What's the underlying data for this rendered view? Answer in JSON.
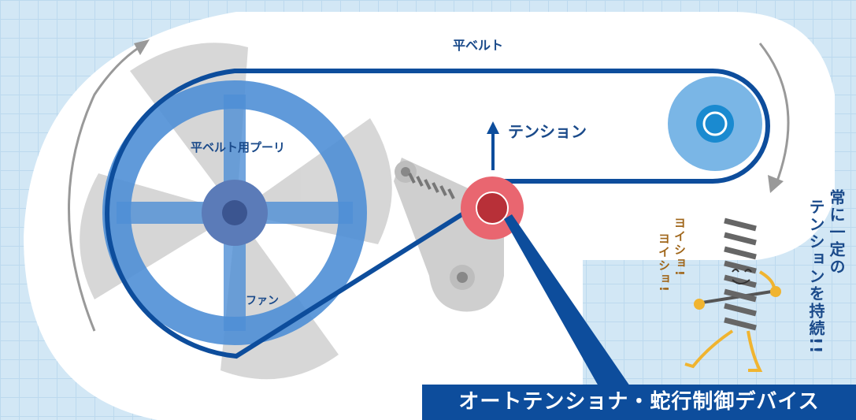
{
  "labels": {
    "flat_belt": "平ベルト",
    "pulley": "平ベルト用プーリ",
    "fan": "ファン",
    "tension": "テンション"
  },
  "banner": "オートテンショナ・蛇行制御デバイス",
  "character": {
    "speech": [
      "ヨイショ!",
      "ヨイショ!"
    ],
    "claim": [
      "常に一定の",
      "テンションを持続!!"
    ]
  },
  "colors": {
    "belt": "#0d4d9c",
    "pulley_blue": "#4f8fd6",
    "small_pulley": "#7ab6e6",
    "tensioner_red": "#e96670",
    "arrow_gray": "#999999",
    "spring_orange": "#f0b430",
    "speech_brown": "#a0661a"
  }
}
